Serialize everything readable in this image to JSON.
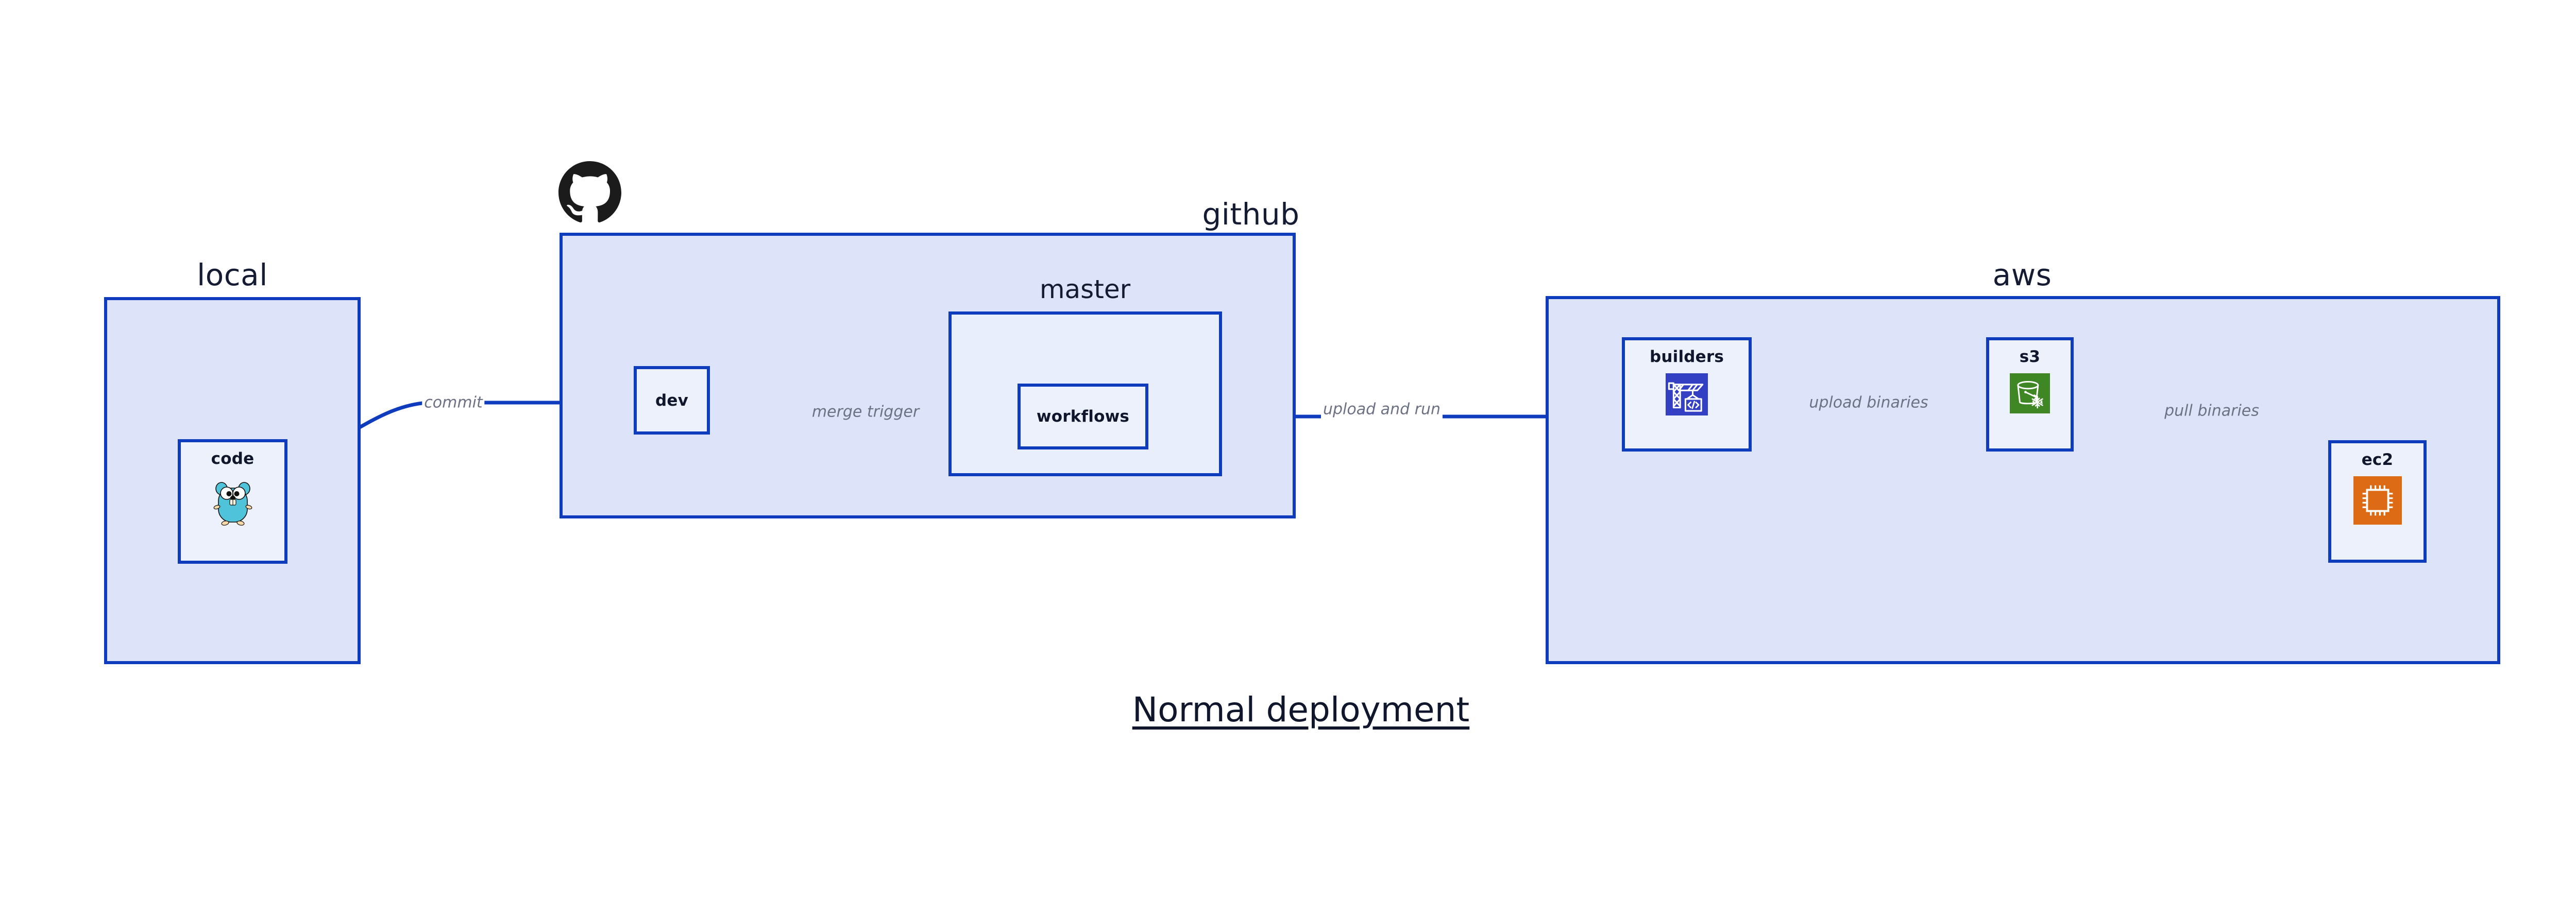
{
  "diagram": {
    "title": "Normal deployment",
    "background": "#ffffff",
    "accent_color": "#0f3bbd",
    "group_fill": "#dde3f8",
    "subgroup_fill": "#e8eefc",
    "node_fill": "#edf1fc",
    "label_color": "#6c7184"
  },
  "groups": [
    {
      "id": "local",
      "label": "local"
    },
    {
      "id": "github",
      "label": "github"
    },
    {
      "id": "aws",
      "label": "aws"
    }
  ],
  "subgroups": [
    {
      "id": "master",
      "label": "master",
      "parent": "github"
    }
  ],
  "nodes": [
    {
      "id": "code",
      "label": "code",
      "icon": "go-gopher-icon",
      "parent": "local"
    },
    {
      "id": "dev",
      "label": "dev",
      "icon": "none",
      "parent": "github"
    },
    {
      "id": "workflows",
      "label": "workflows",
      "icon": "none",
      "parent": "master"
    },
    {
      "id": "builders",
      "label": "builders",
      "icon": "aws-codebuild-icon",
      "parent": "aws",
      "icon_color": "#3340c4"
    },
    {
      "id": "s3",
      "label": "s3",
      "icon": "aws-s3-glacier-icon",
      "parent": "aws",
      "icon_color": "#3f8624"
    },
    {
      "id": "ec2",
      "label": "ec2",
      "icon": "aws-ec2-chip-icon",
      "parent": "aws",
      "icon_color": "#dd6b16"
    }
  ],
  "edges": [
    {
      "id": "commit",
      "label": "commit",
      "from": "code",
      "to": "dev"
    },
    {
      "id": "merge-trigger",
      "label": "merge trigger",
      "from": "dev",
      "to": "workflows"
    },
    {
      "id": "upload-and-run",
      "label": "upload and run",
      "from": "workflows",
      "to": "builders"
    },
    {
      "id": "upload-binaries",
      "label": "upload binaries",
      "from": "builders",
      "to": "s3"
    },
    {
      "id": "pull-binaries",
      "label": "pull binaries",
      "from": "s3",
      "to": "ec2"
    }
  ],
  "logos": [
    {
      "id": "github-logo",
      "name": "github-octocat-logo",
      "color": "#1b1b1b"
    }
  ]
}
